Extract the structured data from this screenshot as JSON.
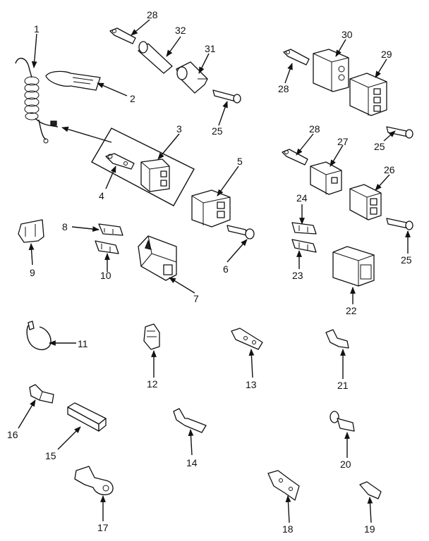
{
  "diagram": {
    "callouts": [
      {
        "id": "1",
        "text": "1"
      },
      {
        "id": "2",
        "text": "2"
      },
      {
        "id": "3",
        "text": "3"
      },
      {
        "id": "4",
        "text": "4"
      },
      {
        "id": "5",
        "text": "5"
      },
      {
        "id": "6",
        "text": "6"
      },
      {
        "id": "7",
        "text": "7"
      },
      {
        "id": "8",
        "text": "8"
      },
      {
        "id": "9",
        "text": "9"
      },
      {
        "id": "10",
        "text": "10"
      },
      {
        "id": "11",
        "text": "11"
      },
      {
        "id": "12",
        "text": "12"
      },
      {
        "id": "13",
        "text": "13"
      },
      {
        "id": "14",
        "text": "14"
      },
      {
        "id": "15",
        "text": "15"
      },
      {
        "id": "16",
        "text": "16"
      },
      {
        "id": "17",
        "text": "17"
      },
      {
        "id": "18",
        "text": "18"
      },
      {
        "id": "19",
        "text": "19"
      },
      {
        "id": "20",
        "text": "20"
      },
      {
        "id": "21",
        "text": "21"
      },
      {
        "id": "22",
        "text": "22"
      },
      {
        "id": "23",
        "text": "23"
      },
      {
        "id": "24",
        "text": "24"
      },
      {
        "id": "25a",
        "text": "25"
      },
      {
        "id": "25b",
        "text": "25"
      },
      {
        "id": "25c",
        "text": "25"
      },
      {
        "id": "26",
        "text": "26"
      },
      {
        "id": "27",
        "text": "27"
      },
      {
        "id": "28a",
        "text": "28"
      },
      {
        "id": "28b",
        "text": "28"
      },
      {
        "id": "28c",
        "text": "28"
      },
      {
        "id": "29",
        "text": "29"
      },
      {
        "id": "30",
        "text": "30"
      },
      {
        "id": "31",
        "text": "31"
      },
      {
        "id": "32",
        "text": "32"
      }
    ]
  }
}
